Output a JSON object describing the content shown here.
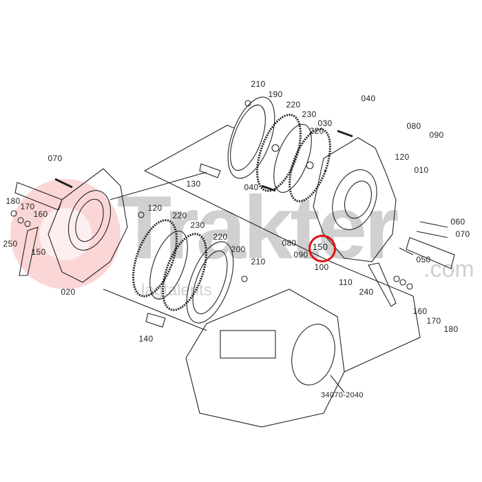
{
  "diagram": {
    "figure_code": "34070-2040",
    "highlighted_part": "150",
    "highlight_color": "#e01010",
    "watermark": {
      "brand": "Trakter",
      "suffix": ".com",
      "tagline": "lagtalents",
      "logo_color": "#f4a0a0"
    },
    "parts": [
      {
        "id": "210"
      },
      {
        "id": "190"
      },
      {
        "id": "220"
      },
      {
        "id": "230"
      },
      {
        "id": "030"
      },
      {
        "id": "220"
      },
      {
        "id": "040"
      },
      {
        "id": "080"
      },
      {
        "id": "090"
      },
      {
        "id": "120"
      },
      {
        "id": "010"
      },
      {
        "id": "040"
      },
      {
        "id": "130"
      },
      {
        "id": "070"
      },
      {
        "id": "180"
      },
      {
        "id": "170"
      },
      {
        "id": "160"
      },
      {
        "id": "250"
      },
      {
        "id": "150"
      },
      {
        "id": "020"
      },
      {
        "id": "120"
      },
      {
        "id": "220"
      },
      {
        "id": "230"
      },
      {
        "id": "220"
      },
      {
        "id": "200"
      },
      {
        "id": "210"
      },
      {
        "id": "140"
      },
      {
        "id": "060"
      },
      {
        "id": "070"
      },
      {
        "id": "050"
      },
      {
        "id": "080"
      },
      {
        "id": "090"
      },
      {
        "id": "150"
      },
      {
        "id": "100"
      },
      {
        "id": "110"
      },
      {
        "id": "240"
      },
      {
        "id": "160"
      },
      {
        "id": "170"
      },
      {
        "id": "180"
      }
    ]
  }
}
